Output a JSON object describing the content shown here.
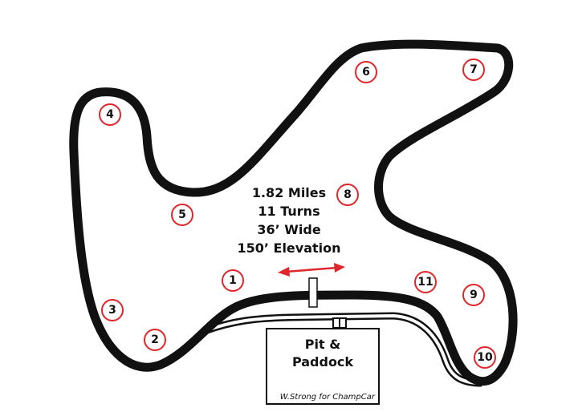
{
  "track_stats": [
    "1.82 Miles",
    "11 Turns",
    "36’ Wide",
    "150’ Elevation"
  ],
  "turns": [
    "1",
    "2",
    "3",
    "4",
    "5",
    "6",
    "7",
    "8",
    "9",
    "10",
    "11"
  ],
  "pit": {
    "line1": "Pit &",
    "line2": "Paddock"
  },
  "credit": "W.Strong for ChampCar",
  "colors": {
    "track": "#111111",
    "turn_marker": "#e0262b",
    "arrow": "#e0262b"
  }
}
